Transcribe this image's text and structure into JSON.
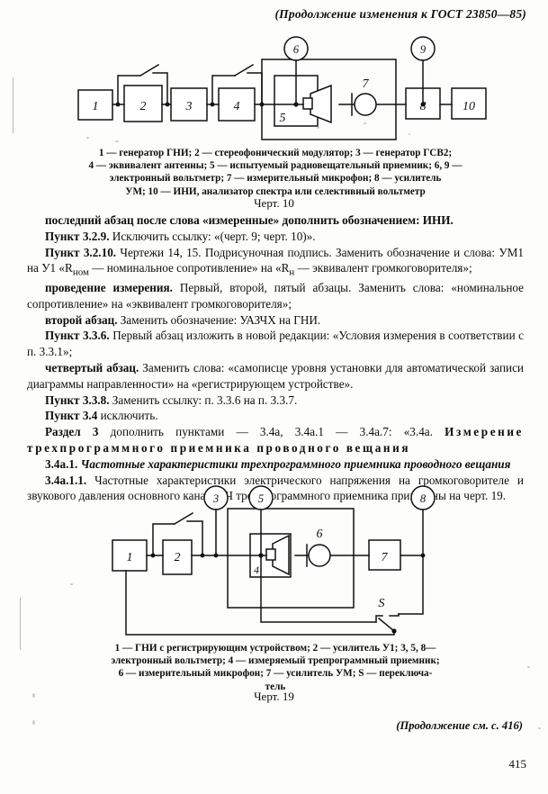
{
  "document": {
    "header": "(Продолжение изменения к ГОСТ 23850—85)",
    "footer_continuation": "(Продолжение см. с. 416)",
    "page_number": "415"
  },
  "figure10": {
    "number_label": "Черт. 10",
    "caption_lines": [
      "1 — генератор ГНИ; 2 — стереофонический модулятор; 3 — генератор ГСВ2;",
      "4 — эквивалент антенны; 5 — испытуемый радиовещательный приемник; 6, 9 —",
      "электронный вольтметр; 7 — измерительный микрофон; 8 — усилитель",
      "УМ; 10 — ИНИ, анализатор спектра или селективный вольтметр"
    ],
    "blocks": [
      {
        "id": "1",
        "label": "1"
      },
      {
        "id": "2",
        "label": "2"
      },
      {
        "id": "3",
        "label": "3"
      },
      {
        "id": "4",
        "label": "4"
      },
      {
        "id": "5",
        "label": "5"
      },
      {
        "id": "8",
        "label": "8"
      },
      {
        "id": "10",
        "label": "10"
      }
    ],
    "circles": [
      {
        "id": "6",
        "label": "6"
      },
      {
        "id": "9",
        "label": "9"
      }
    ],
    "microphone_label": "7"
  },
  "figure19": {
    "number_label": "Черт. 19",
    "caption_lines": [
      "1 — ГНИ с регистрирующим устройством; 2 — усилитель У1; 3, 5, 8—",
      "электронный вольтметр; 4 — измеряемый трепрограммный приемник;",
      "6 — измерительный микрофон; 7 — усилитель УМ; S — переключа-",
      "тель"
    ],
    "blocks": [
      {
        "id": "1",
        "label": "1"
      },
      {
        "id": "2",
        "label": "2"
      },
      {
        "id": "4",
        "label": "4"
      },
      {
        "id": "7",
        "label": "7"
      }
    ],
    "circles": [
      {
        "id": "3",
        "label": "3"
      },
      {
        "id": "5",
        "label": "5"
      },
      {
        "id": "8",
        "label": "8"
      }
    ],
    "microphone_label": "6",
    "switch_label": "S"
  },
  "body": {
    "paragraphs": [
      {
        "id": "p1",
        "indent": true,
        "runs": [
          {
            "text": "последний абзац после слова «измеренные» дополнить обозначением: ИНИ.",
            "style": "bold"
          }
        ]
      },
      {
        "id": "p2",
        "indent": true,
        "runs": [
          {
            "text": "Пункт 3.2.9.",
            "style": "bold"
          },
          {
            "text": " Исключить ссылку: «(черт. 9; черт. 10)».",
            "style": "normal"
          }
        ]
      },
      {
        "id": "p3",
        "indent": true,
        "runs": [
          {
            "text": "Пункт 3.2.10.",
            "style": "bold"
          },
          {
            "text": " Чертежи 14, 15. Подрисуночная подпись. Заменить обозначение и слова: УМ1 на У1 «R",
            "style": "normal"
          },
          {
            "text": "ном",
            "style": "sub"
          },
          {
            "text": " — номинальное сопротивление» на «R",
            "style": "normal"
          },
          {
            "text": "н",
            "style": "sub"
          },
          {
            "text": " — эквивалент громкоговорителя»;",
            "style": "normal"
          }
        ]
      },
      {
        "id": "p4",
        "indent": true,
        "runs": [
          {
            "text": "проведение измерения.",
            "style": "bold"
          },
          {
            "text": " Первый, второй, пятый абзацы. Заменить слова: «номинальное сопротивление» на «эквивалент громкоговорителя»;",
            "style": "normal"
          }
        ]
      },
      {
        "id": "p5",
        "indent": true,
        "runs": [
          {
            "text": "второй абзац.",
            "style": "bold"
          },
          {
            "text": " Заменить обозначение: УАЗЧХ на ГНИ.",
            "style": "normal"
          }
        ]
      },
      {
        "id": "p6",
        "indent": true,
        "runs": [
          {
            "text": "Пункт 3.3.6.",
            "style": "bold"
          },
          {
            "text": " Первый абзац изложить в новой редакции: «Условия измерения в соответствии с п. 3.3.1»;",
            "style": "normal"
          }
        ]
      },
      {
        "id": "p7",
        "indent": true,
        "runs": [
          {
            "text": "четвертый абзац.",
            "style": "bold"
          },
          {
            "text": " Заменить слова: «самописце уровня установки для автоматической записи диаграммы направленности» на «регистрирующем устройстве».",
            "style": "normal"
          }
        ]
      },
      {
        "id": "p8",
        "indent": true,
        "runs": [
          {
            "text": "Пункт 3.3.8.",
            "style": "bold"
          },
          {
            "text": " Заменить ссылку: п. 3.3.6 на п. 3.3.7.",
            "style": "normal"
          }
        ]
      },
      {
        "id": "p9",
        "indent": true,
        "runs": [
          {
            "text": "Пункт 3.4",
            "style": "bold"
          },
          {
            "text": " исключить.",
            "style": "normal"
          }
        ]
      },
      {
        "id": "p10",
        "indent": true,
        "runs": [
          {
            "text": "Раздел 3",
            "style": "bold"
          },
          {
            "text": " дополнить пунктами — 3.4а, 3.4а.1 — 3.4а.7: «3.4а. ",
            "style": "normal"
          },
          {
            "text": "Измерение трехпрограммного приемника проводного вещания",
            "style": "spaced"
          }
        ]
      },
      {
        "id": "p11",
        "indent": true,
        "runs": [
          {
            "text": "3.4а.1.",
            "style": "bold"
          },
          {
            "text": " Частотные характеристики трехпрограммного приемника проводного вещания",
            "style": "bold-italic"
          }
        ]
      },
      {
        "id": "p12",
        "indent": true,
        "runs": [
          {
            "text": "3.4а.1.1.",
            "style": "bold"
          },
          {
            "text": " Частотные характеристики электрического напряжения на громкоговорителе и звукового давления основного канала ЗЧ трехпрограммного приемника приведены на черт. 19.",
            "style": "normal"
          }
        ]
      }
    ]
  }
}
